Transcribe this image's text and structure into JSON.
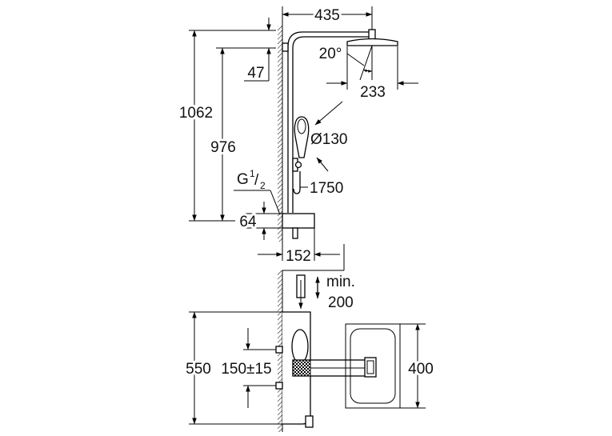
{
  "top_view": {
    "overall_width": "435",
    "spray_angle": "20°",
    "head_depth": "233",
    "overall_height": "1062",
    "rail_height": "976",
    "top_offset": "47",
    "hand_shower_diameter": "Ø130",
    "connection": {
      "thread": "G",
      "numerator": "1",
      "slash": "/",
      "denominator": "2"
    },
    "hose_length": "1750",
    "thermostat_height": "64",
    "thermostat_projection": "152"
  },
  "plan_view": {
    "clearance_label": "min.",
    "clearance_value": "200",
    "thermostat_length": "550",
    "inlet_spacing": "150±15",
    "head_width": "400"
  },
  "colors": {
    "line": "#000000",
    "background": "#ffffff"
  }
}
